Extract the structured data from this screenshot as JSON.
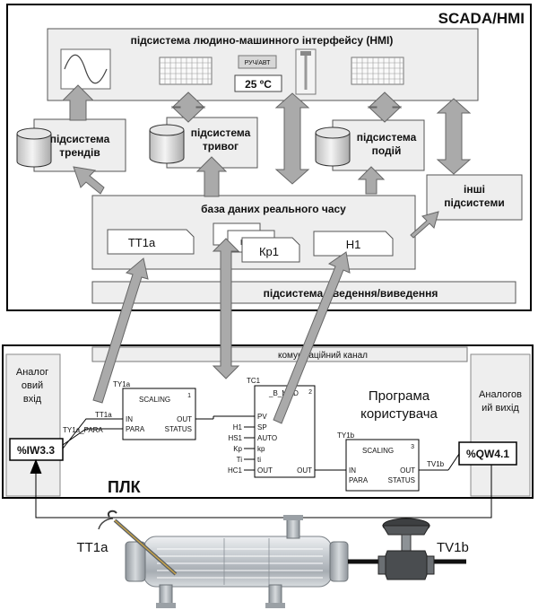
{
  "scada": {
    "title": "SCADA/HMI",
    "hmi_title": "підсистема людино-машинного інтерфейсу (HMI)",
    "manual_auto_button": "РУЧ/АВТ",
    "temperature_display": "25 ºC",
    "trends": [
      "підсистема",
      "трендів"
    ],
    "alarms": [
      "підсистема",
      "тривог"
    ],
    "events": [
      "підсистема",
      "подій"
    ],
    "other": [
      "інші",
      "підсистеми"
    ],
    "rtdb_title": "база даних реального часу",
    "tags": {
      "tt1a": "TT1a",
      "kp1": "Кр1",
      "h1": "H1",
      "hidden1": "H1",
      "hidden2": "H"
    },
    "io_title": "підсистема введення/виведення"
  },
  "plc": {
    "label": "ПЛК",
    "comm_channel": "комунікаційний канал",
    "analog_in": [
      "Аналог",
      "овий",
      "вхід"
    ],
    "analog_out": [
      "Аналогов",
      "ий вихід"
    ],
    "input_address": "%IW3.3",
    "output_address": "%QW4.1",
    "program": [
      "Програма",
      "користувача"
    ],
    "scaling_in": {
      "tag": "TY1a",
      "name": "SCALING",
      "index": "1",
      "in": "IN",
      "para": "PARA",
      "out": "OUT",
      "status": "STATUS",
      "wire_in": "TT1a",
      "wire_para": "TY1a_PARA"
    },
    "pid": {
      "tag": "TC1",
      "name": "_B_MOD",
      "index": "2",
      "pins_left": [
        "PV",
        "SP",
        "AUTO",
        "kp",
        "ti",
        "OUT"
      ],
      "wires_left": [
        "H1",
        "HS1",
        "Kp",
        "Ti",
        "HC1"
      ],
      "out": "OUT"
    },
    "scaling_out": {
      "tag": "TY1b",
      "name": "SCALING",
      "index": "3",
      "in": "IN",
      "para": "PARA",
      "out": "OUT",
      "status": "STATUS",
      "wire_out": "TV1b"
    }
  },
  "field": {
    "sensor_label": "TT1a",
    "valve_label": "TV1b"
  }
}
